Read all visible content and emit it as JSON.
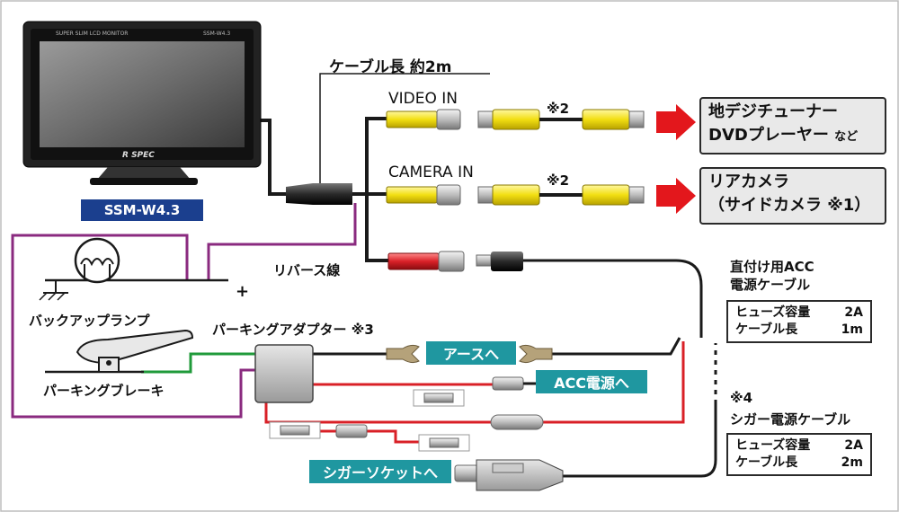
{
  "monitor": {
    "model_badge": "SSM-W4.3",
    "bezel_left_text": "SUPER SLIM LCD MONITOR",
    "bezel_right_text": "SSM-W4.3",
    "logo_text": "R SPEC"
  },
  "labels": {
    "cable_length": "ケーブル長 約2m",
    "video_in": "VIDEO IN",
    "camera_in": "CAMERA IN",
    "note_video": "※2",
    "note_camera": "※2",
    "reverse_wire": "リバース線",
    "plus_sign": "+",
    "backup_lamp": "バックアップランプ",
    "parking_adapter": "パーキングアダプター ※3",
    "parking_brake": "パーキングブレーキ"
  },
  "destinations": {
    "video": {
      "line1": "地デジチューナー",
      "line2": "DVDプレーヤー",
      "line2_suffix": "など"
    },
    "camera": {
      "line1": "リアカメラ",
      "line2": "（サイドカメラ ※1）"
    }
  },
  "tags": {
    "earth": "アースへ",
    "acc": "ACC電源へ",
    "cigar_socket": "シガーソケットへ"
  },
  "acc_cable": {
    "title_line1": "直付け用ACC",
    "title_line2": "電源ケーブル",
    "fuse_label": "ヒューズ容量",
    "fuse_value": "2A",
    "length_label": "ケーブル長",
    "length_value": "1m"
  },
  "cigar_cable": {
    "note": "※4",
    "title": "シガー電源ケーブル",
    "fuse_label": "ヒューズ容量",
    "fuse_value": "2A",
    "length_label": "ケーブル長",
    "length_value": "2m"
  },
  "colors": {
    "rca_yellow": "#f2df12",
    "red_wire": "#d92027",
    "purple_wire": "#8a2a7f",
    "green_wire": "#1f9a3a",
    "teal_tag": "#1f97a0",
    "navy_badge": "#1b3f8e",
    "arrow_red": "#e3171c"
  }
}
